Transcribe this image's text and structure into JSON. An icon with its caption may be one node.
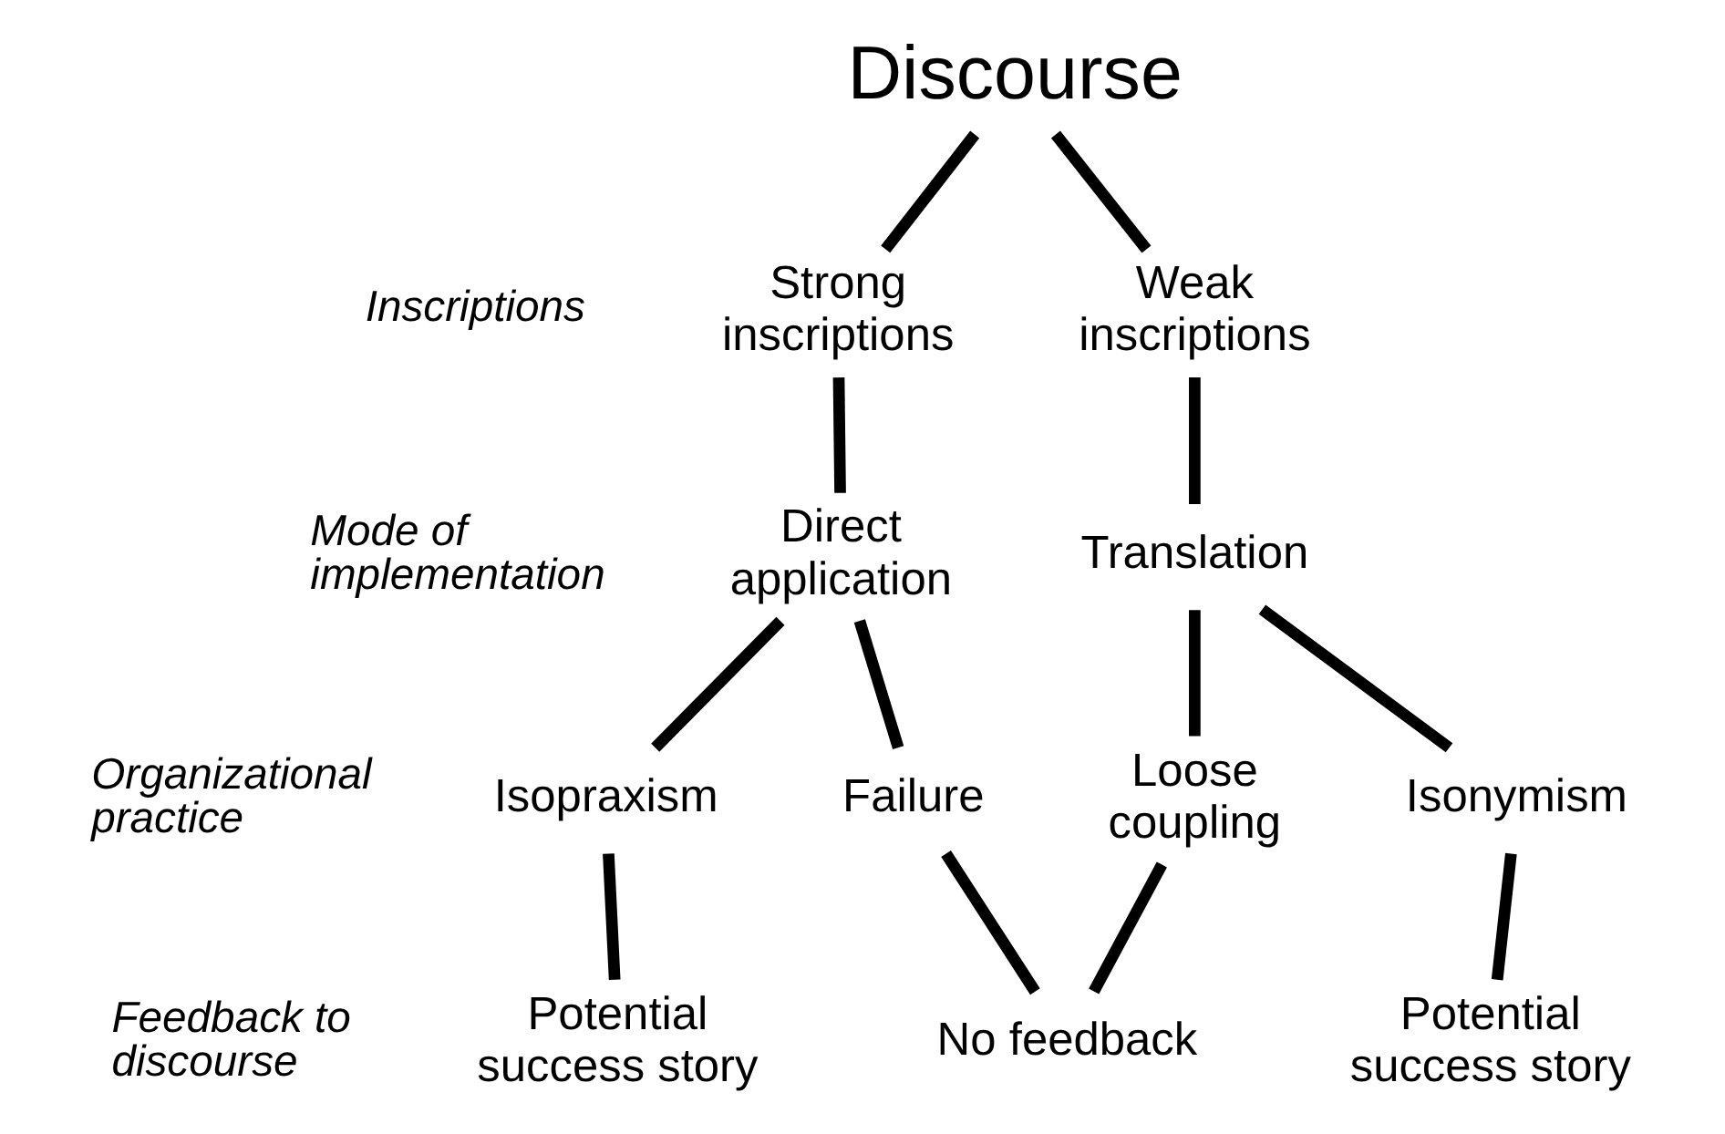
{
  "diagram": {
    "nodes": [
      {
        "text": [
          "Discourse"
        ]
      },
      {
        "text": [
          "Weak inscriptions"
        ]
      },
      {
        "text": [
          "Strong inscriptions"
        ]
      },
      {
        "text": [
          "Translation"
        ]
      },
      {
        "text": [
          "Direct application"
        ]
      },
      {
        "text": [
          "Isonymism"
        ]
      },
      {
        "text": [
          "Loose coupling"
        ]
      },
      {
        "text": [
          "Failure"
        ]
      },
      {
        "text": [
          "Isopraxism"
        ]
      },
      {
        "text": [
          "Potential success story"
        ]
      },
      {
        "text": [
          "No feedback"
        ]
      },
      {
        "text": [
          "Potential success story"
        ]
      }
    ],
    "edges": [
      {
        "from": 0,
        "to": 1,
        "arrow": "none"
      },
      {
        "from": 0,
        "to": 2,
        "arrow": "none"
      },
      {
        "from": 1,
        "to": 3,
        "arrow": "none"
      },
      {
        "from": 2,
        "to": 4,
        "arrow": "none"
      },
      {
        "from": 3,
        "to": 5,
        "arrow": "none"
      },
      {
        "from": 3,
        "to": 6,
        "arrow": "none"
      },
      {
        "from": 4,
        "to": 7,
        "arrow": "none"
      },
      {
        "from": 4,
        "to": 8,
        "arrow": "none"
      },
      {
        "from": 5,
        "to": 9,
        "arrow": "none"
      },
      {
        "from": 6,
        "to": 10,
        "arrow": "none"
      },
      {
        "from": 7,
        "to": 10,
        "arrow": "none"
      },
      {
        "from": 8,
        "to": 11,
        "arrow": "none"
      }
    ],
    "labels": [
      "Inscriptions",
      "Mode of implementation",
      "Organizational practice",
      "Feedback to discourse"
    ]
  }
}
